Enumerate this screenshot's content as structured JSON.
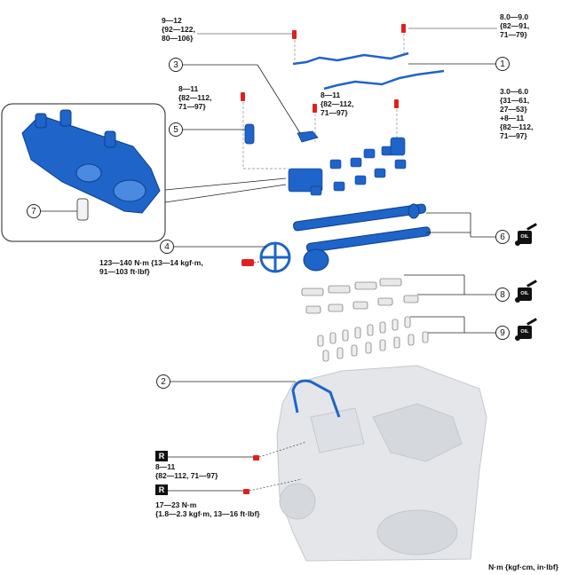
{
  "callouts": [
    "1",
    "2",
    "3",
    "4",
    "5",
    "6",
    "7",
    "8",
    "9"
  ],
  "torque": {
    "t_9_12": "9—12\n{92—122,\n80—106}",
    "t_8_9": "8.0—9.0\n{82—91,\n71—79}",
    "t_8_11_left": "8—11\n{82—112,\n71—97}",
    "t_8_11_mid": "8—11\n{82—112,\n71—97}",
    "t_3_6": "3.0—6.0\n{31—61,\n27—53}\n+8—11\n{82—112,\n71—97}",
    "t_123_140": "123—140 N·m {13—14 kgf·m,\n91—103 ft·lbf}",
    "t_8_11_bottom": "8—11\n{82—112, 71—97}",
    "t_17_23": "17—23 N·m\n{1.8—2.3 kgf·m, 13—16 ft·lbf}"
  },
  "badges": {
    "r": "R",
    "oil": "OIL"
  },
  "units_legend": "N·m {kgf·cm, in·lbf}",
  "colors": {
    "part_blue": "#1f64c8",
    "part_dark": "#0d3f8c",
    "bolt_red": "#e02020",
    "engine_gray": "#e4e6ea"
  },
  "icons": [
    "oil-can-icon",
    "bolt-icon"
  ]
}
